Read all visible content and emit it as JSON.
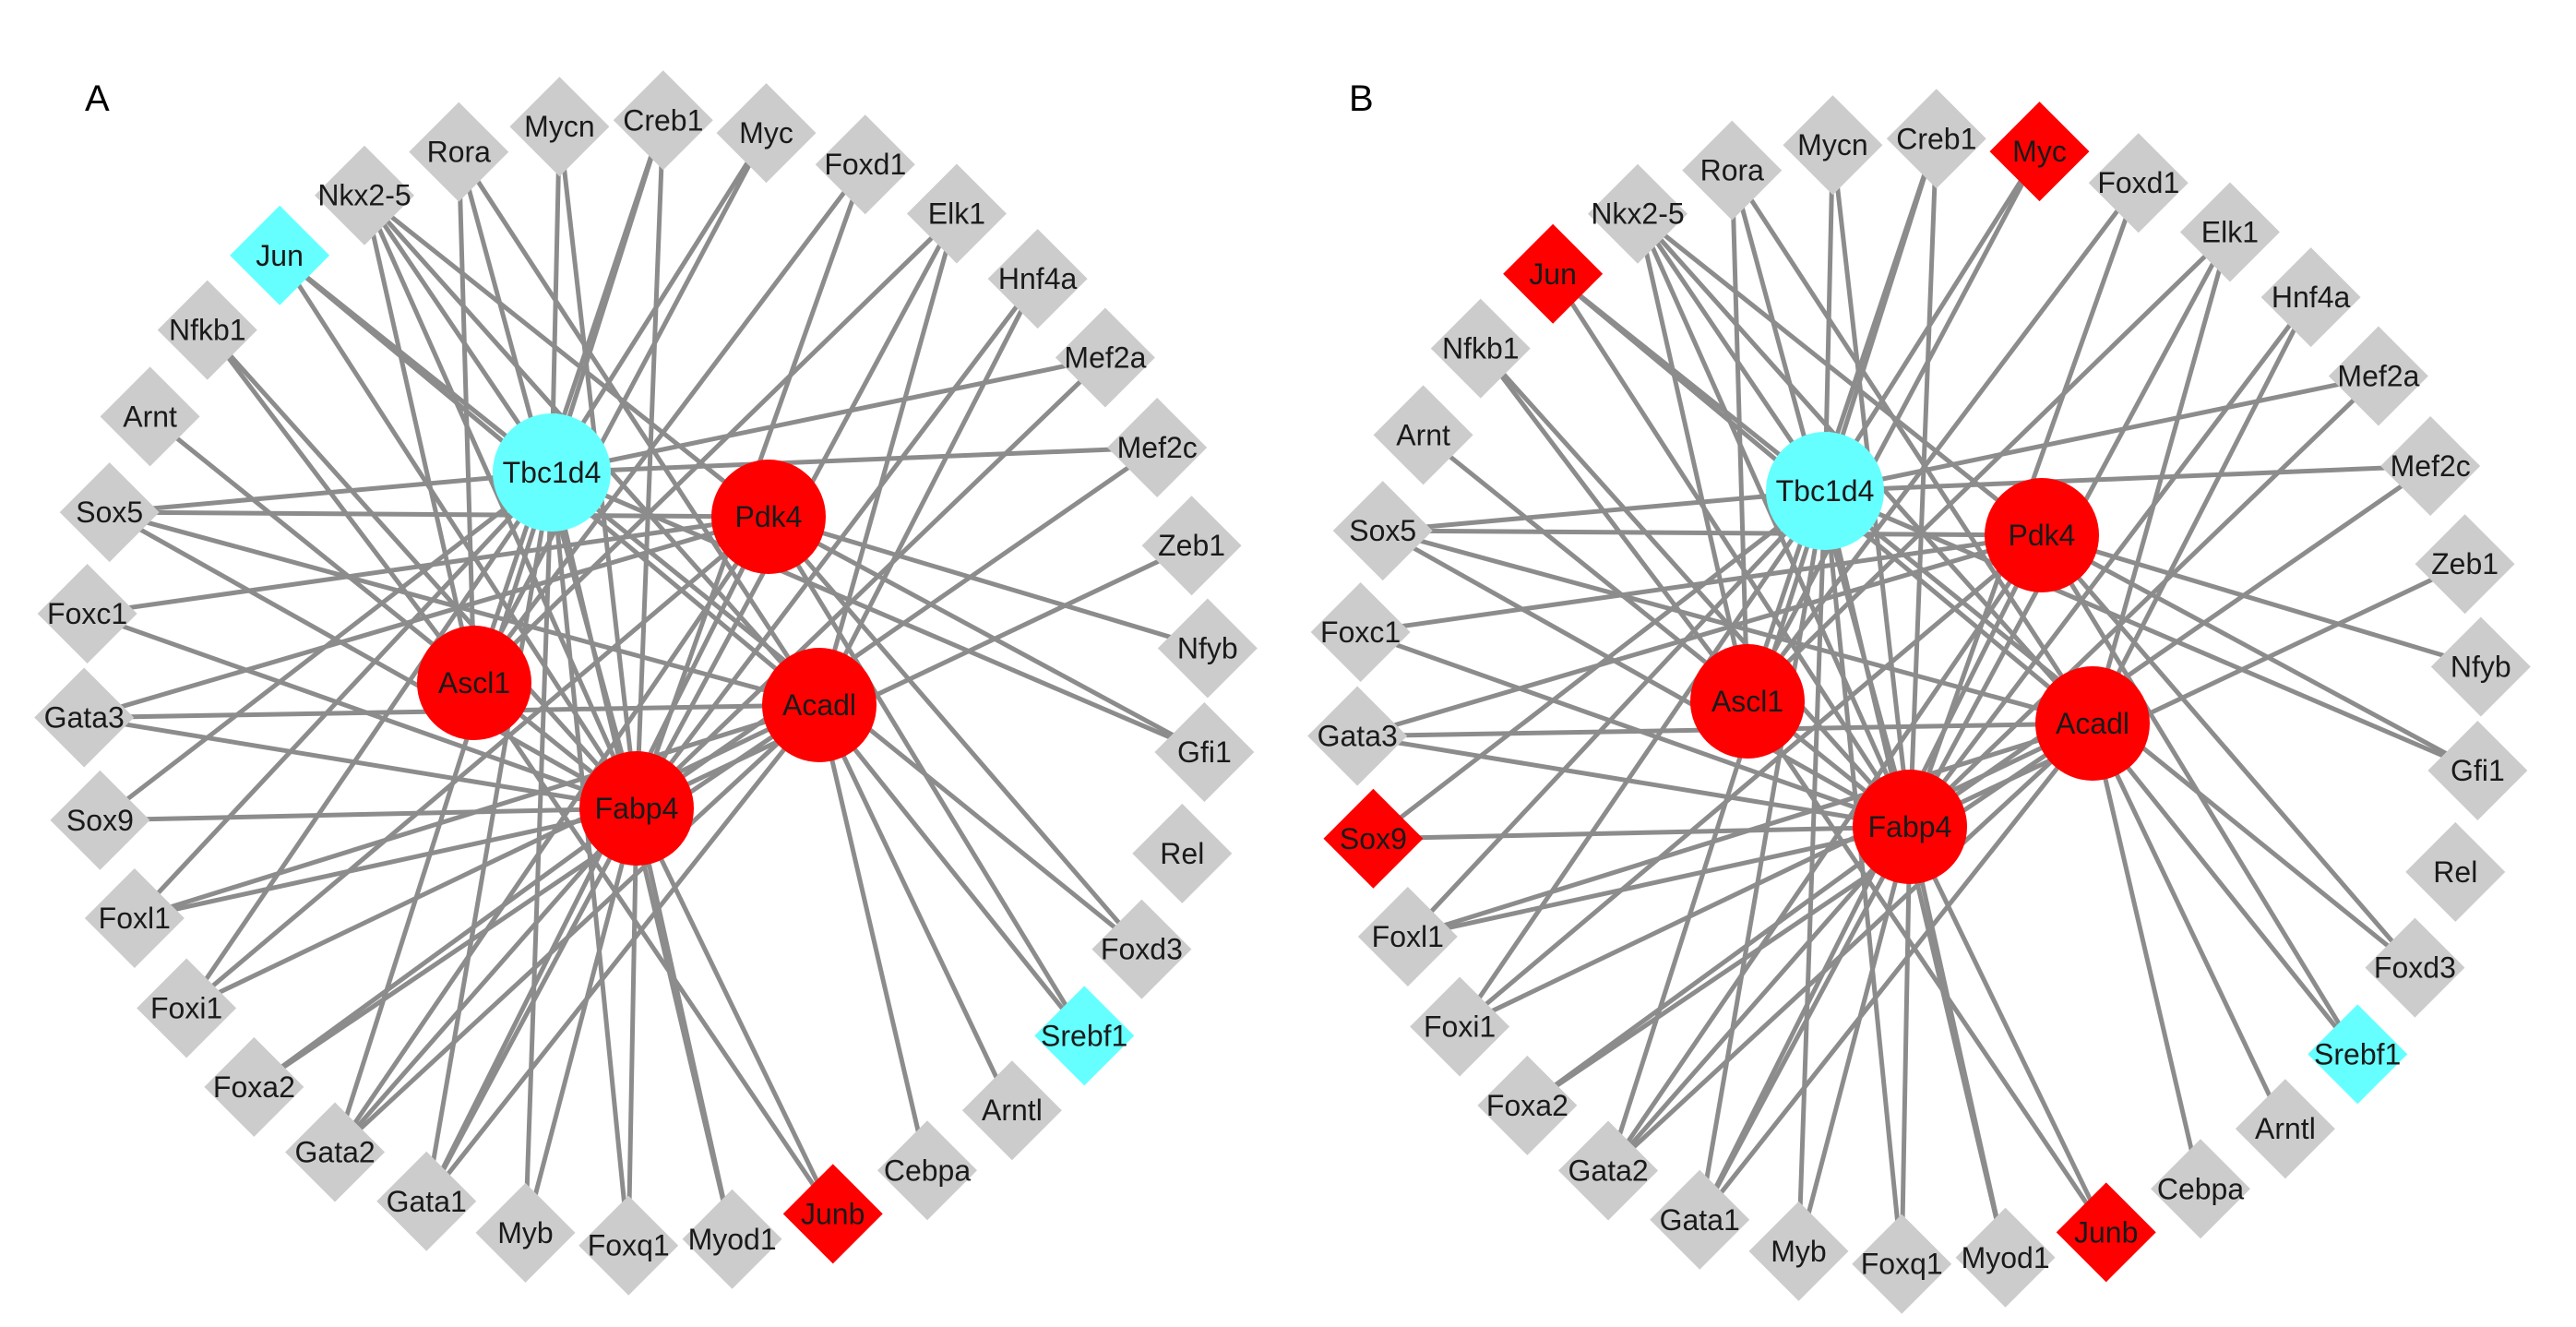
{
  "colors": {
    "edge": "#8c8c8c",
    "default_node": "#cccccc",
    "up_regulated": "#ff0000",
    "down_regulated": "#66ffff"
  },
  "panels": [
    {
      "label": "A",
      "hub_nodes": [
        {
          "name": "Tbc1d4",
          "color": "#66ffff"
        },
        {
          "name": "Pdk4",
          "color": "#ff0000"
        },
        {
          "name": "Ascl1",
          "color": "#ff0000"
        },
        {
          "name": "Acadl",
          "color": "#ff0000"
        },
        {
          "name": "Fabp4",
          "color": "#ff0000"
        }
      ],
      "tf_nodes": [
        {
          "name": "Nkx2-5",
          "color": "#cccccc"
        },
        {
          "name": "Rora",
          "color": "#cccccc"
        },
        {
          "name": "Mycn",
          "color": "#cccccc"
        },
        {
          "name": "Creb1",
          "color": "#cccccc"
        },
        {
          "name": "Myc",
          "color": "#cccccc"
        },
        {
          "name": "Foxd1",
          "color": "#cccccc"
        },
        {
          "name": "Elk1",
          "color": "#cccccc"
        },
        {
          "name": "Hnf4a",
          "color": "#cccccc"
        },
        {
          "name": "Mef2a",
          "color": "#cccccc"
        },
        {
          "name": "Mef2c",
          "color": "#cccccc"
        },
        {
          "name": "Zeb1",
          "color": "#cccccc"
        },
        {
          "name": "Nfyb",
          "color": "#cccccc"
        },
        {
          "name": "Gfi1",
          "color": "#cccccc"
        },
        {
          "name": "Rel",
          "color": "#cccccc"
        },
        {
          "name": "Foxd3",
          "color": "#cccccc"
        },
        {
          "name": "Srebf1",
          "color": "#66ffff"
        },
        {
          "name": "Arntl",
          "color": "#cccccc"
        },
        {
          "name": "Cebpa",
          "color": "#cccccc"
        },
        {
          "name": "Junb",
          "color": "#ff0000"
        },
        {
          "name": "Myod1",
          "color": "#cccccc"
        },
        {
          "name": "Foxq1",
          "color": "#cccccc"
        },
        {
          "name": "Myb",
          "color": "#cccccc"
        },
        {
          "name": "Gata1",
          "color": "#cccccc"
        },
        {
          "name": "Gata2",
          "color": "#cccccc"
        },
        {
          "name": "Foxa2",
          "color": "#cccccc"
        },
        {
          "name": "Foxi1",
          "color": "#cccccc"
        },
        {
          "name": "Foxl1",
          "color": "#cccccc"
        },
        {
          "name": "Sox9",
          "color": "#cccccc"
        },
        {
          "name": "Gata3",
          "color": "#cccccc"
        },
        {
          "name": "Foxc1",
          "color": "#cccccc"
        },
        {
          "name": "Sox5",
          "color": "#cccccc"
        },
        {
          "name": "Arnt",
          "color": "#cccccc"
        },
        {
          "name": "Nfkb1",
          "color": "#cccccc"
        },
        {
          "name": "Jun",
          "color": "#66ffff"
        }
      ]
    },
    {
      "label": "B",
      "hub_nodes": [
        {
          "name": "Tbc1d4",
          "color": "#66ffff"
        },
        {
          "name": "Pdk4",
          "color": "#ff0000"
        },
        {
          "name": "Ascl1",
          "color": "#ff0000"
        },
        {
          "name": "Acadl",
          "color": "#ff0000"
        },
        {
          "name": "Fabp4",
          "color": "#ff0000"
        }
      ],
      "tf_nodes": [
        {
          "name": "Nkx2-5",
          "color": "#cccccc"
        },
        {
          "name": "Rora",
          "color": "#cccccc"
        },
        {
          "name": "Mycn",
          "color": "#cccccc"
        },
        {
          "name": "Creb1",
          "color": "#cccccc"
        },
        {
          "name": "Myc",
          "color": "#ff0000"
        },
        {
          "name": "Foxd1",
          "color": "#cccccc"
        },
        {
          "name": "Elk1",
          "color": "#cccccc"
        },
        {
          "name": "Hnf4a",
          "color": "#cccccc"
        },
        {
          "name": "Mef2a",
          "color": "#cccccc"
        },
        {
          "name": "Mef2c",
          "color": "#cccccc"
        },
        {
          "name": "Zeb1",
          "color": "#cccccc"
        },
        {
          "name": "Nfyb",
          "color": "#cccccc"
        },
        {
          "name": "Gfi1",
          "color": "#cccccc"
        },
        {
          "name": "Rel",
          "color": "#cccccc"
        },
        {
          "name": "Foxd3",
          "color": "#cccccc"
        },
        {
          "name": "Srebf1",
          "color": "#66ffff"
        },
        {
          "name": "Arntl",
          "color": "#cccccc"
        },
        {
          "name": "Cebpa",
          "color": "#cccccc"
        },
        {
          "name": "Junb",
          "color": "#ff0000"
        },
        {
          "name": "Myod1",
          "color": "#cccccc"
        },
        {
          "name": "Foxq1",
          "color": "#cccccc"
        },
        {
          "name": "Myb",
          "color": "#cccccc"
        },
        {
          "name": "Gata1",
          "color": "#cccccc"
        },
        {
          "name": "Gata2",
          "color": "#cccccc"
        },
        {
          "name": "Foxa2",
          "color": "#cccccc"
        },
        {
          "name": "Foxi1",
          "color": "#cccccc"
        },
        {
          "name": "Foxl1",
          "color": "#cccccc"
        },
        {
          "name": "Sox9",
          "color": "#ff0000"
        },
        {
          "name": "Gata3",
          "color": "#cccccc"
        },
        {
          "name": "Foxc1",
          "color": "#cccccc"
        },
        {
          "name": "Sox5",
          "color": "#cccccc"
        },
        {
          "name": "Arnt",
          "color": "#cccccc"
        },
        {
          "name": "Nfkb1",
          "color": "#cccccc"
        },
        {
          "name": "Jun",
          "color": "#ff0000"
        }
      ]
    }
  ],
  "edges": [
    [
      "Nkx2-5",
      "Tbc1d4"
    ],
    [
      "Nkx2-5",
      "Ascl1"
    ],
    [
      "Nkx2-5",
      "Fabp4"
    ],
    [
      "Nkx2-5",
      "Pdk4"
    ],
    [
      "Nkx2-5",
      "Acadl"
    ],
    [
      "Rora",
      "Ascl1"
    ],
    [
      "Rora",
      "Fabp4"
    ],
    [
      "Rora",
      "Acadl"
    ],
    [
      "Mycn",
      "Tbc1d4"
    ],
    [
      "Mycn",
      "Fabp4"
    ],
    [
      "Creb1",
      "Tbc1d4"
    ],
    [
      "Creb1",
      "Ascl1"
    ],
    [
      "Creb1",
      "Fabp4"
    ],
    [
      "Myc",
      "Tbc1d4"
    ],
    [
      "Myc",
      "Ascl1"
    ],
    [
      "Foxd1",
      "Ascl1"
    ],
    [
      "Foxd1",
      "Fabp4"
    ],
    [
      "Elk1",
      "Fabp4"
    ],
    [
      "Elk1",
      "Acadl"
    ],
    [
      "Elk1",
      "Ascl1"
    ],
    [
      "Hnf4a",
      "Fabp4"
    ],
    [
      "Hnf4a",
      "Acadl"
    ],
    [
      "Mef2a",
      "Tbc1d4"
    ],
    [
      "Mef2a",
      "Fabp4"
    ],
    [
      "Mef2c",
      "Tbc1d4"
    ],
    [
      "Mef2c",
      "Fabp4"
    ],
    [
      "Zeb1",
      "Fabp4"
    ],
    [
      "Nfyb",
      "Pdk4"
    ],
    [
      "Gfi1",
      "Pdk4"
    ],
    [
      "Gfi1",
      "Tbc1d4"
    ],
    [
      "Foxd3",
      "Pdk4"
    ],
    [
      "Foxd3",
      "Tbc1d4"
    ],
    [
      "Srebf1",
      "Pdk4"
    ],
    [
      "Srebf1",
      "Acadl"
    ],
    [
      "Arntl",
      "Acadl"
    ],
    [
      "Cebpa",
      "Acadl"
    ],
    [
      "Junb",
      "Ascl1"
    ],
    [
      "Junb",
      "Fabp4"
    ],
    [
      "Myod1",
      "Tbc1d4"
    ],
    [
      "Myod1",
      "Fabp4"
    ],
    [
      "Foxq1",
      "Tbc1d4"
    ],
    [
      "Foxq1",
      "Fabp4"
    ],
    [
      "Myb",
      "Fabp4"
    ],
    [
      "Myb",
      "Tbc1d4"
    ],
    [
      "Gata1",
      "Fabp4"
    ],
    [
      "Gata1",
      "Tbc1d4"
    ],
    [
      "Gata1",
      "Acadl"
    ],
    [
      "Gata1",
      "Pdk4"
    ],
    [
      "Gata2",
      "Fabp4"
    ],
    [
      "Gata2",
      "Acadl"
    ],
    [
      "Gata2",
      "Tbc1d4"
    ],
    [
      "Gata2",
      "Pdk4"
    ],
    [
      "Foxa2",
      "Acadl"
    ],
    [
      "Foxa2",
      "Fabp4"
    ],
    [
      "Foxi1",
      "Pdk4"
    ],
    [
      "Foxi1",
      "Tbc1d4"
    ],
    [
      "Foxi1",
      "Acadl"
    ],
    [
      "Foxl1",
      "Acadl"
    ],
    [
      "Foxl1",
      "Fabp4"
    ],
    [
      "Foxl1",
      "Tbc1d4"
    ],
    [
      "Sox9",
      "Fabp4"
    ],
    [
      "Sox9",
      "Tbc1d4"
    ],
    [
      "Gata3",
      "Pdk4"
    ],
    [
      "Gata3",
      "Acadl"
    ],
    [
      "Gata3",
      "Fabp4"
    ],
    [
      "Foxc1",
      "Fabp4"
    ],
    [
      "Foxc1",
      "Pdk4"
    ],
    [
      "Sox5",
      "Tbc1d4"
    ],
    [
      "Sox5",
      "Fabp4"
    ],
    [
      "Sox5",
      "Pdk4"
    ],
    [
      "Sox5",
      "Acadl"
    ],
    [
      "Arnt",
      "Fabp4"
    ],
    [
      "Nfkb1",
      "Fabp4"
    ],
    [
      "Nfkb1",
      "Ascl1"
    ],
    [
      "Jun",
      "Tbc1d4"
    ],
    [
      "Jun",
      "Acadl"
    ],
    [
      "Jun",
      "Fabp4"
    ]
  ]
}
